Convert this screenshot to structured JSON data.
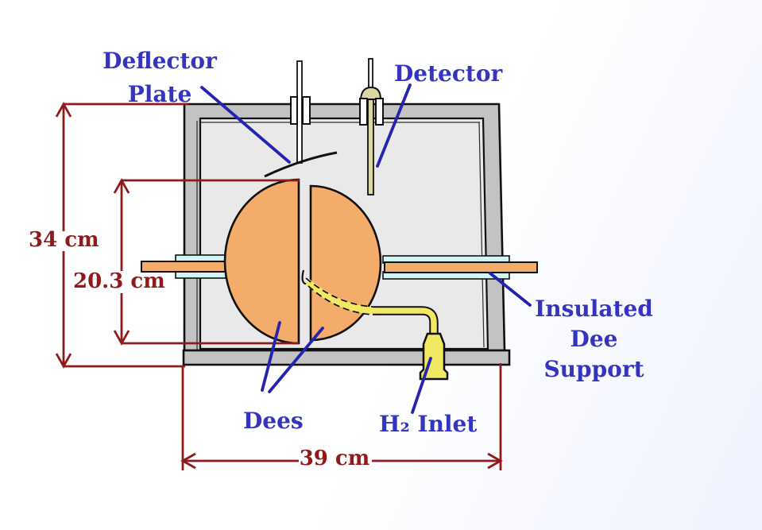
{
  "diagram": {
    "type": "cyclotron-apparatus-schematic",
    "labels": {
      "deflector_plate": "Deflector Plate",
      "detector": "Detector",
      "dees": "Dees",
      "h2_inlet": "H₂ Inlet",
      "insulated_dee_support": "Insulated Dee Support"
    },
    "dimensions": {
      "chamber_height": "34 cm",
      "dee_diameter": "20.3 cm",
      "chamber_width": "39 cm"
    },
    "colors": {
      "label_blue": "#3434c0",
      "leader_blue": "#2424b0",
      "dimension_red": "#8e1b1b",
      "dee_orange": "#f3ac6a",
      "insulator_cyan": "#d0f5f3",
      "inlet_yellow": "#f1e964",
      "detector_khaki": "#dad6a6",
      "wall_gray": "#c3c3c3",
      "interior_gray": "#e9e9e9"
    }
  }
}
